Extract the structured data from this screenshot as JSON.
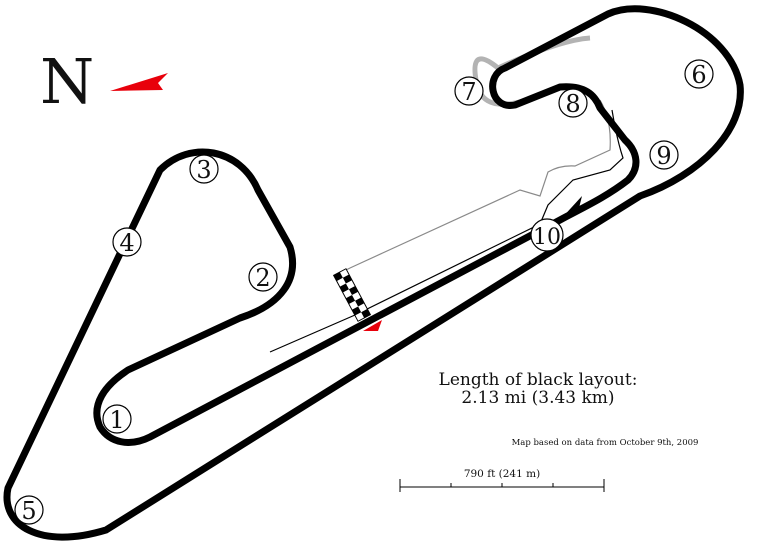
{
  "compass": {
    "letter": "N",
    "arrow_color": "#e8000b"
  },
  "track": {
    "main_color": "#000000",
    "alt_color": "#b3b3b3",
    "pitlane_color": "#8a8a8a"
  },
  "corners": [
    "1",
    "2",
    "3",
    "4",
    "5",
    "6",
    "7",
    "8",
    "9",
    "10"
  ],
  "length": {
    "title": "Length of black layout:",
    "value": "2.13 mi (3.43 km)"
  },
  "source_note": "Map based on data from October 9th, 2009",
  "scale": {
    "label": "790 ft (241 m)"
  }
}
